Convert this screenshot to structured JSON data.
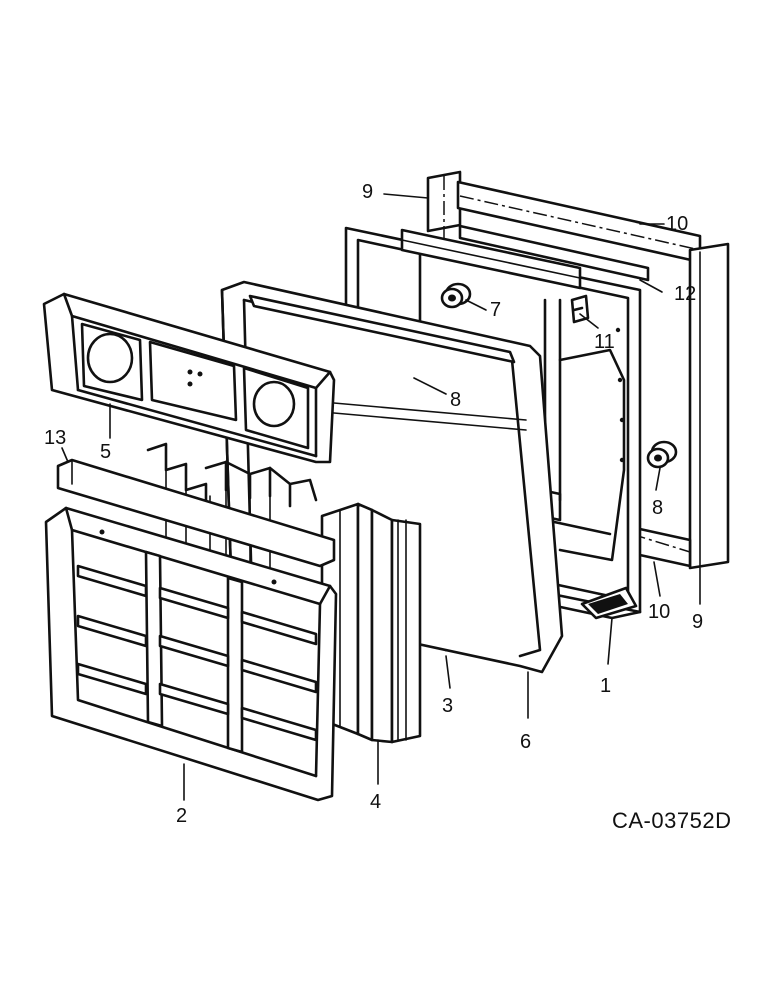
{
  "figure": {
    "drawing_code": "CA-03752D",
    "callouts": [
      {
        "id": "c1",
        "label": "1"
      },
      {
        "id": "c2",
        "label": "2"
      },
      {
        "id": "c3",
        "label": "3"
      },
      {
        "id": "c4",
        "label": "4"
      },
      {
        "id": "c5",
        "label": "5"
      },
      {
        "id": "c6",
        "label": "6"
      },
      {
        "id": "c7",
        "label": "7"
      },
      {
        "id": "c8a",
        "label": "8"
      },
      {
        "id": "c8b",
        "label": "8"
      },
      {
        "id": "c9a",
        "label": "9"
      },
      {
        "id": "c9b",
        "label": "9"
      },
      {
        "id": "c10a",
        "label": "10"
      },
      {
        "id": "c10b",
        "label": "10"
      },
      {
        "id": "c11",
        "label": "11"
      },
      {
        "id": "c12",
        "label": "12"
      },
      {
        "id": "c13",
        "label": "13"
      }
    ]
  }
}
